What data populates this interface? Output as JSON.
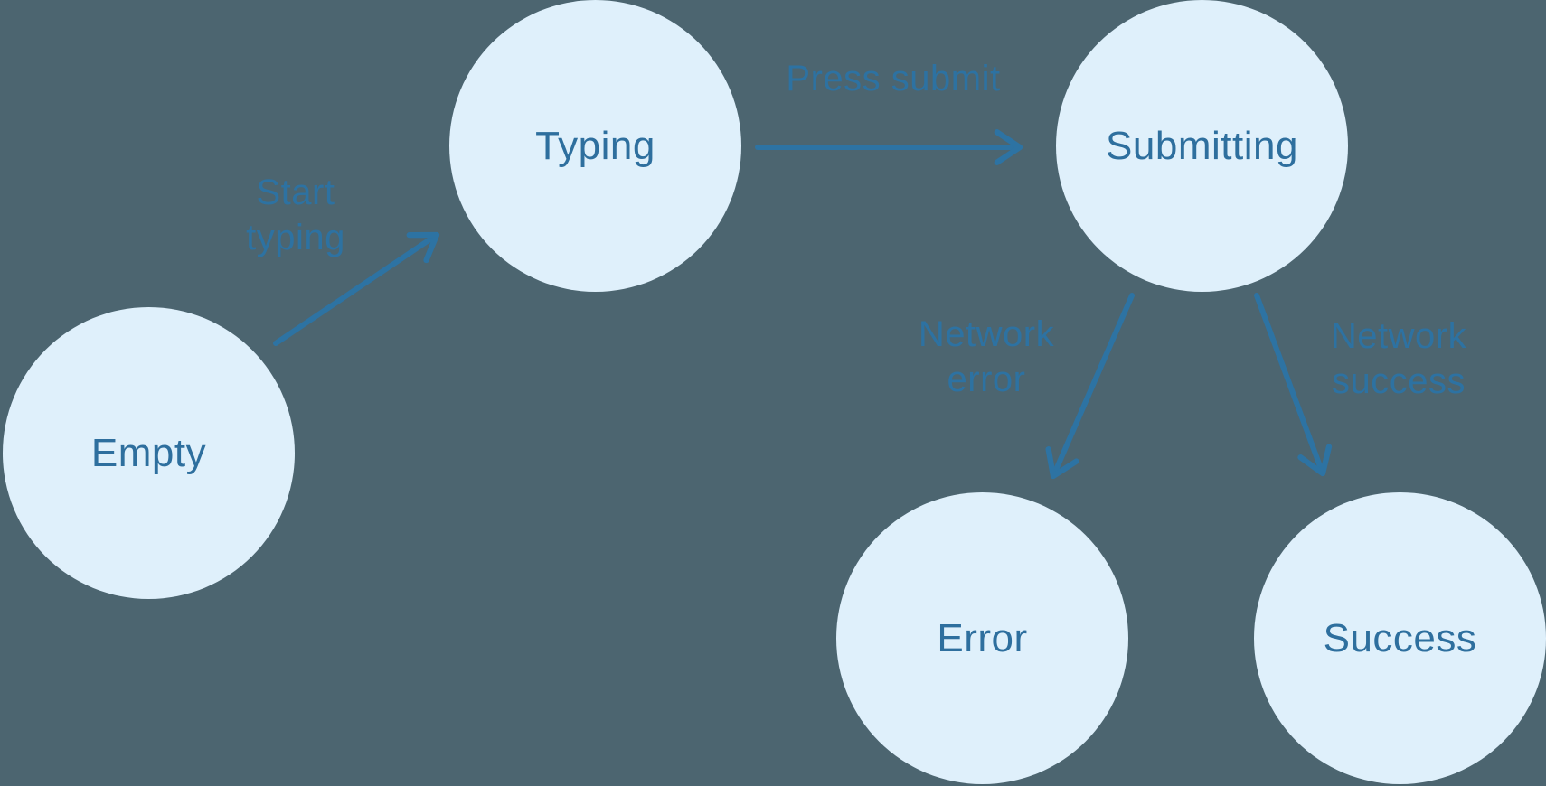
{
  "diagram": {
    "title": "form submission state machine",
    "colors": {
      "background": "#4c6570",
      "node_fill": "#dff0fb",
      "node_text": "#2e6f9e",
      "arrow": "#2d73a3",
      "edge_label_text": "#2d72a2"
    },
    "nodes": [
      {
        "id": "empty",
        "label": "Empty"
      },
      {
        "id": "typing",
        "label": "Typing"
      },
      {
        "id": "submitting",
        "label": "Submitting"
      },
      {
        "id": "error",
        "label": "Error"
      },
      {
        "id": "success",
        "label": "Success"
      }
    ],
    "transitions": [
      {
        "from": "empty",
        "to": "typing",
        "label": "Start typing",
        "line1": "Start",
        "line2": "typing"
      },
      {
        "from": "typing",
        "to": "submitting",
        "label": "Press submit",
        "line1": "Press submit",
        "line2": ""
      },
      {
        "from": "submitting",
        "to": "error",
        "label": "Network error",
        "line1": "Network",
        "line2": "error"
      },
      {
        "from": "submitting",
        "to": "success",
        "label": "Network success",
        "line1": "Network",
        "line2": "success"
      }
    ]
  }
}
